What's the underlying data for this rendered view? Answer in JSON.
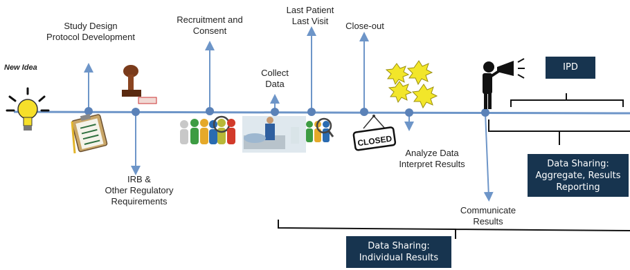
{
  "labels": {
    "new_idea": "New Idea",
    "study_design_1": "Study Design",
    "study_design_2": "Protocol Development",
    "irb_1": "IRB &",
    "irb_2": "Other Regulatory",
    "irb_3": "Requirements",
    "recruitment_1": "Recruitment and",
    "recruitment_2": "Consent",
    "collect_1": "Collect",
    "collect_2": "Data",
    "last_patient_1": "Last Patient",
    "last_patient_2": "Last Visit",
    "closeout": "Close-out",
    "analyze_1": "Analyze Data",
    "analyze_2": "Interpret Results",
    "communicate_1": "Communicate",
    "communicate_2": "Results",
    "closed_sign": "CLOSED"
  },
  "boxes": {
    "ipd": "IPD",
    "aggregate_1": "Data Sharing:",
    "aggregate_2": "Aggregate, Results",
    "aggregate_3": "Reporting",
    "individual_1": "Data Sharing:",
    "individual_2": "Individual Results"
  },
  "colors": {
    "timeline": "#6d95c8",
    "node": "#5b82b8",
    "box_fill": "#17344f",
    "bulb": "#f6df2a",
    "starburst": "#f2e62a",
    "bracket": "#111111"
  }
}
